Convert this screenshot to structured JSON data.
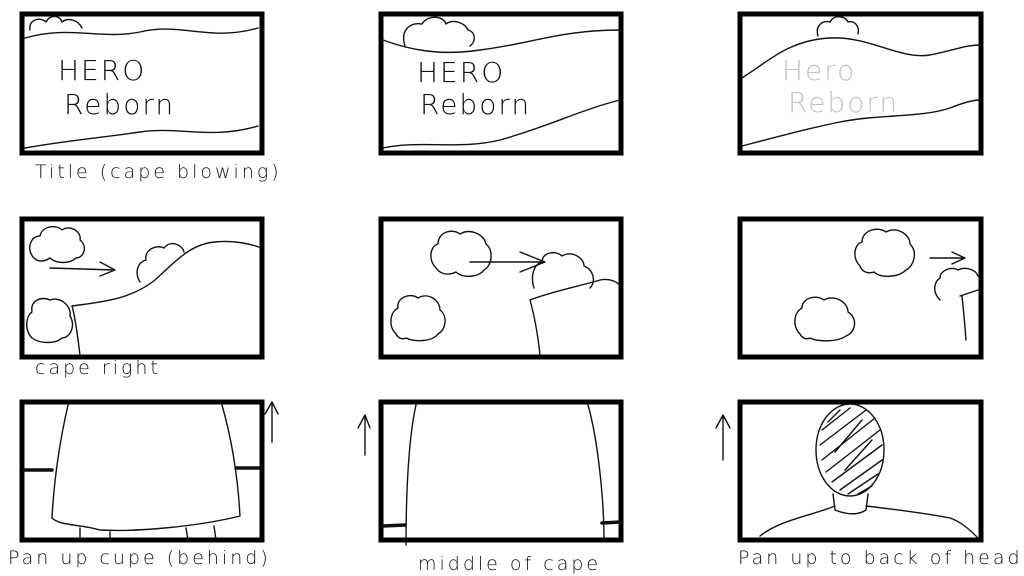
{
  "storyboard": {
    "panels": [
      {
        "title_line1": "HERO",
        "title_line2": "Reborn",
        "caption": "Title (cape blowing)"
      },
      {
        "title_line1": "HERO",
        "title_line2": "Reborn",
        "caption": ""
      },
      {
        "title_line1": "Hero",
        "title_line2": "Reborn",
        "caption": ""
      },
      {
        "caption": "cape right"
      },
      {
        "caption": ""
      },
      {
        "caption": ""
      },
      {
        "caption": "Pan up cupe (behind)"
      },
      {
        "caption": "middle of cape"
      },
      {
        "caption": "Pan up to back of head"
      }
    ]
  }
}
